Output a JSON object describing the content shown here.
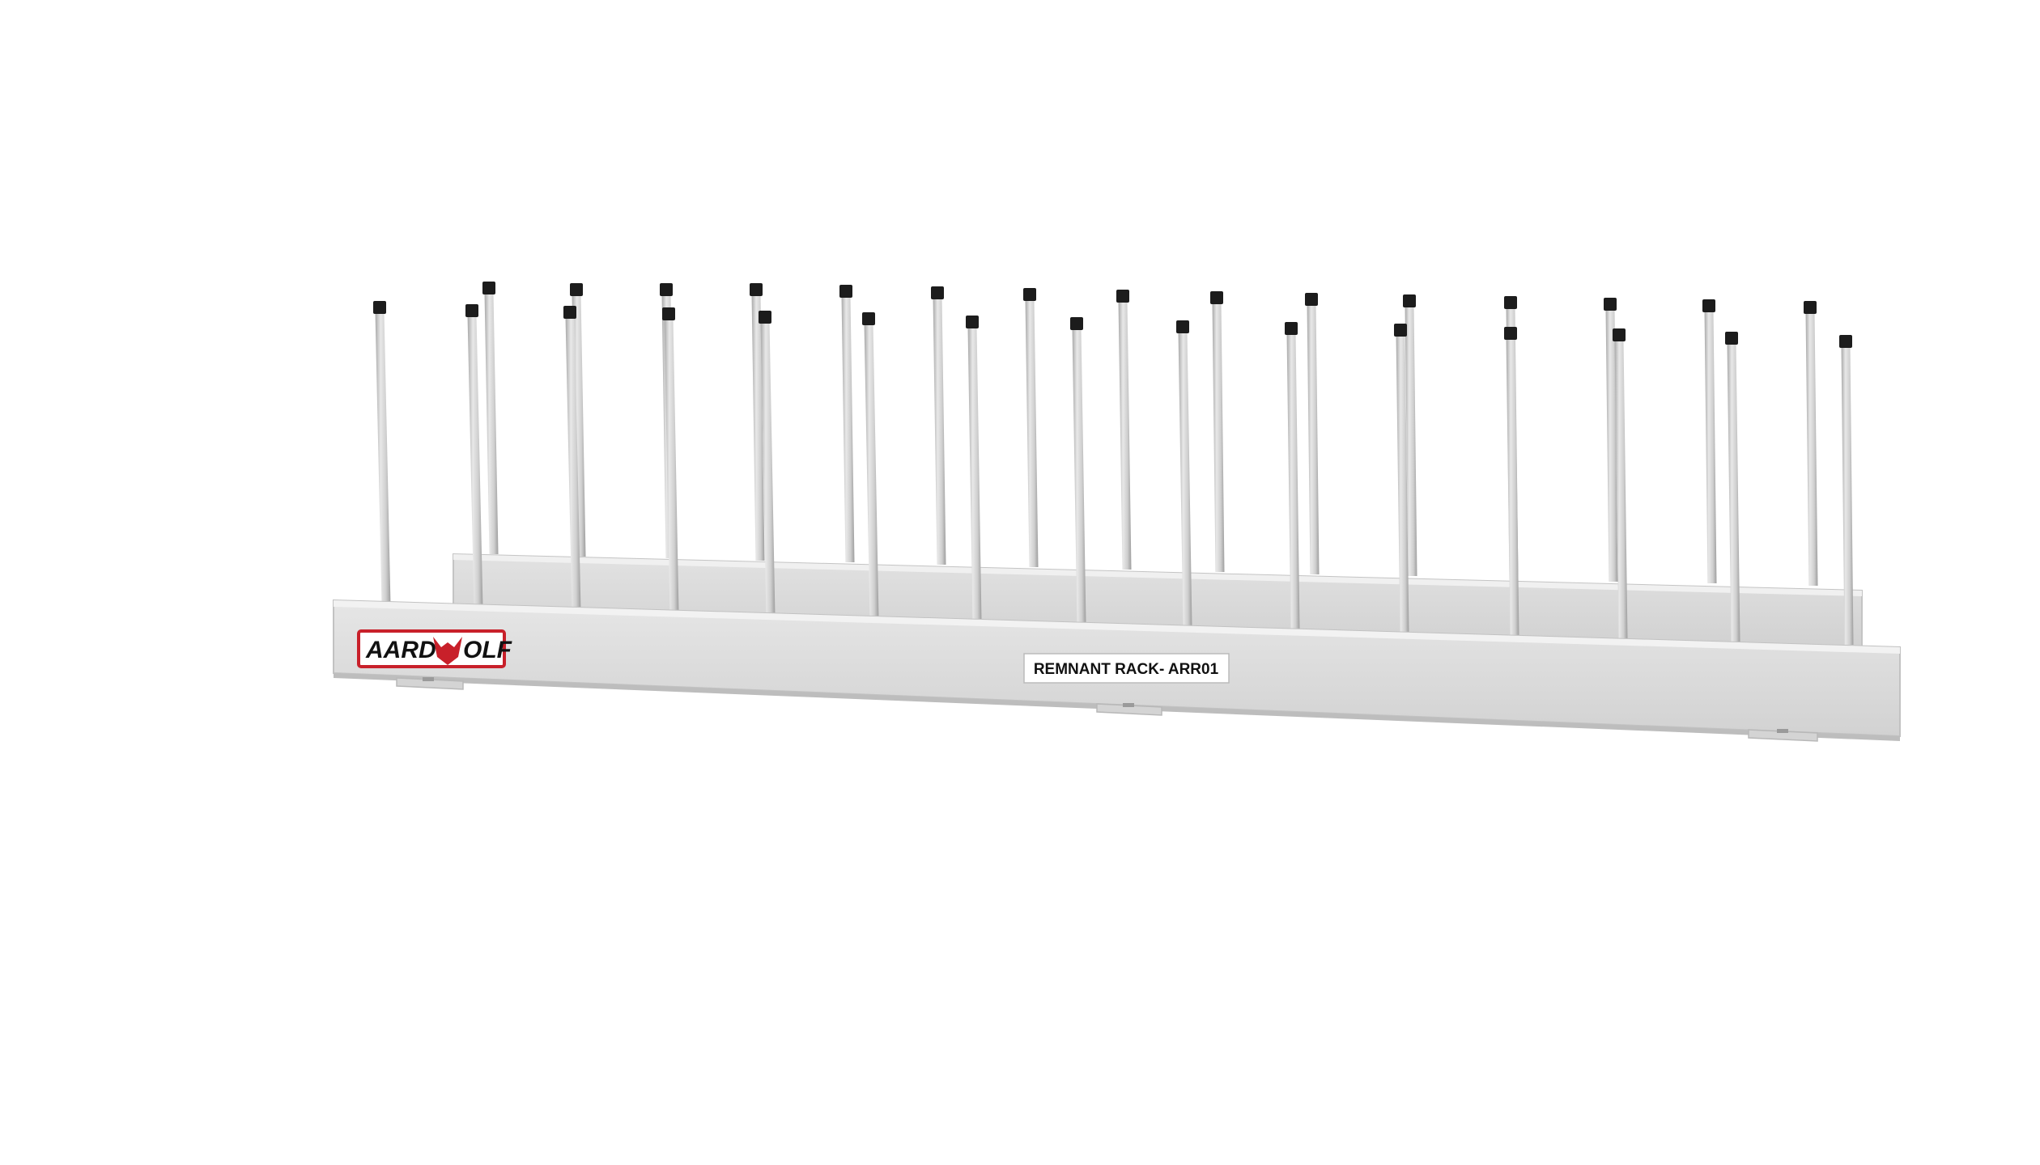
{
  "product": {
    "label": "REMNANT RACK- ARR01"
  },
  "brand": {
    "logo_left": "AARD",
    "logo_right": "OLF",
    "logo_color": "#c8202a"
  },
  "colors": {
    "background": "#ffffff",
    "steel": "#d9d9d9",
    "steel_dark": "#b5b5b5",
    "cap": "#1c1c1c"
  }
}
